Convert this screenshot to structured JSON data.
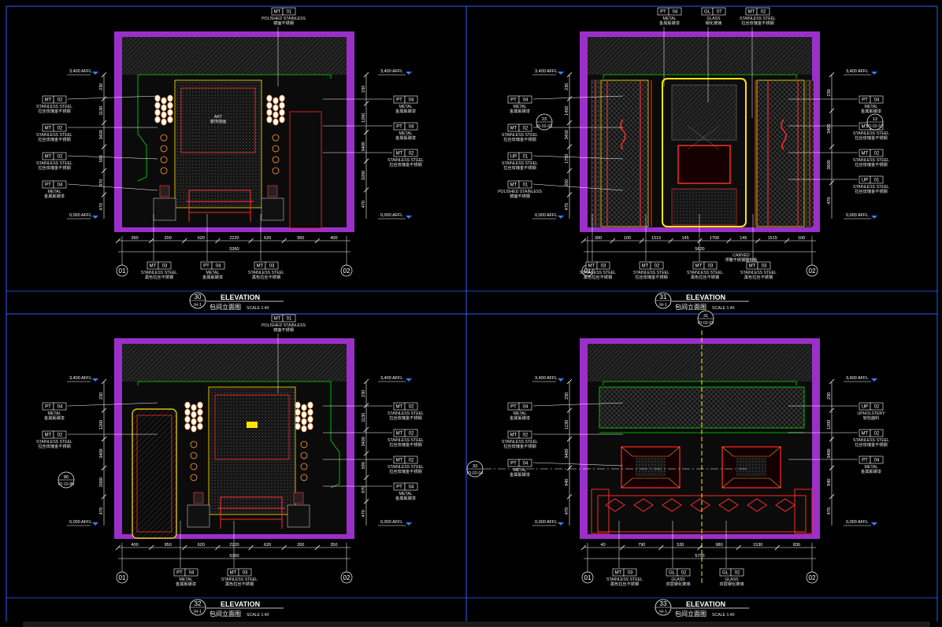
{
  "colors": {
    "background": "#000000",
    "frame": "#2e5cff",
    "wall": "#9b2fc9",
    "outline": "#ffe600",
    "ceiling_green": "#00e000",
    "furniture_red": "#ff2a2a",
    "leader": "#ffffff",
    "tag": "#ffffff"
  },
  "panels": [
    {
      "id": "p30",
      "title": "ELEVATION",
      "number": "30",
      "sheet": "IH-1",
      "subtitle": "包间立面图",
      "scale": "SCALE 1:40",
      "grid_left": "01",
      "grid_right": "02",
      "center_label": [
        "ART",
        "装饰挂画"
      ],
      "level_labels": [
        "3,400 AFFL",
        "0,000 AFFL"
      ],
      "dims_bottom": [
        "390",
        "200",
        "620",
        "2220",
        "620",
        "950",
        "400"
      ],
      "dims_total": "5360",
      "dims_left": [
        "230",
        "1130",
        "3400",
        "590",
        "970",
        "470"
      ],
      "dims_right": [
        "230",
        "1200",
        "3400",
        "3200",
        "470"
      ],
      "callouts_top": [
        {
          "code": "MT",
          "num": "01",
          "name": "POLISHED STAINLESS",
          "cn": "镜面不锈钢"
        }
      ],
      "callouts_left": [
        {
          "code": "MT",
          "num": "02",
          "name": "STAINLESS STEEL",
          "cn": "拉丝玫瑰金不锈钢"
        },
        {
          "code": "MT",
          "num": "02",
          "name": "STAINLESS STEEL",
          "cn": "拉丝玫瑰金不锈钢"
        },
        {
          "code": "MT",
          "num": "02",
          "name": "STAINLESS STEEL",
          "cn": "拉丝玫瑰金不锈钢"
        },
        {
          "code": "PT",
          "num": "04",
          "name": "METAL",
          "cn": "金属氟碳漆"
        }
      ],
      "callouts_right": [
        {
          "code": "PT",
          "num": "04",
          "name": "METAL",
          "cn": "金属氟碳漆"
        },
        {
          "code": "PT",
          "num": "04",
          "name": "METAL",
          "cn": "金属氟碳漆"
        },
        {
          "code": "MT",
          "num": "02",
          "name": "STAINLESS STEEL",
          "cn": "拉丝玫瑰金不锈钢"
        }
      ],
      "callouts_bottom": [
        {
          "code": "MT",
          "num": "03",
          "name": "STAINLESS STEEL",
          "cn": "黑色拉丝不锈钢"
        },
        {
          "code": "PT",
          "num": "04",
          "name": "METAL",
          "cn": "金属氟碳漆"
        },
        {
          "code": "MT",
          "num": "03",
          "name": "STAINLESS STEEL",
          "cn": "黑色拉丝不锈钢"
        }
      ]
    },
    {
      "id": "p31",
      "title": "ELEVATION",
      "number": "31",
      "sheet": "IH-1",
      "subtitle": "包间立面图",
      "scale": "SCALE 1:40",
      "grid_left": "01",
      "grid_right": "02",
      "level_labels": [
        "3,400 AFFL",
        "0,000 AFFL"
      ],
      "section_tags": [
        {
          "num": "23",
          "ref": "ID-02-03"
        },
        {
          "num": "12",
          "ref": "ID-02-07"
        }
      ],
      "dims_bottom": [
        "390",
        "100",
        "1515",
        "145",
        "1700",
        "145",
        "1515",
        "100"
      ],
      "dims_total": "5620",
      "dims_left": [
        "230",
        "1450",
        "3400",
        "1750",
        "200",
        "470"
      ],
      "dims_right": [
        "230",
        "3400",
        "3600",
        "470"
      ],
      "callouts_top": [
        {
          "code": "PT",
          "num": "04",
          "name": "METAL",
          "cn": "金属氟碳漆"
        },
        {
          "code": "GL",
          "num": "07",
          "name": "GLASS",
          "cn": "钢化玻璃"
        },
        {
          "code": "MT",
          "num": "02",
          "name": "STAINLESS STEEL",
          "cn": "拉丝玫瑰金不锈钢"
        }
      ],
      "callouts_left": [
        {
          "code": "PT",
          "num": "04",
          "name": "METAL",
          "cn": "金属氟碳漆"
        },
        {
          "code": "MT",
          "num": "02",
          "name": "STAINLESS STEEL",
          "cn": "拉丝玫瑰金不锈钢"
        },
        {
          "code": "UP",
          "num": "01",
          "name": "STAINLESS STEEL",
          "cn": "拉丝玫瑰金不锈钢"
        },
        {
          "code": "MT",
          "num": "01",
          "name": "POLISHED STAINLESS",
          "cn": "镜面不锈钢"
        }
      ],
      "callouts_right": [
        {
          "code": "PT",
          "num": "04",
          "name": "METAL",
          "cn": "金属氟碳漆"
        },
        {
          "code": "MT",
          "num": "02",
          "name": "STAINLESS STEEL",
          "cn": "拉丝玫瑰金不锈钢"
        },
        {
          "code": "MT",
          "num": "02",
          "name": "STAINLESS STEEL",
          "cn": "拉丝玫瑰金不锈钢"
        },
        {
          "code": "UP",
          "num": "01",
          "name": "STAINLESS STEEL",
          "cn": "拉丝玫瑰金不锈钢"
        }
      ],
      "callouts_bottom": [
        {
          "code": "MT",
          "num": "03",
          "name": "STAINLESS STEEL",
          "cn": "黑色拉丝不锈钢"
        },
        {
          "code": "MT",
          "num": "02",
          "name": "STAINLESS STEEL",
          "cn": "拉丝玫瑰金不锈钢"
        },
        {
          "code": "MT",
          "num": "03",
          "name": "STAINLESS STEEL",
          "cn": "黑色拉丝不锈钢"
        },
        {
          "code": "MT",
          "num": "03",
          "name": "STAINLESS STEEL",
          "cn": "黑色拉丝不锈钢"
        }
      ],
      "carved_note": [
        "CARVED",
        "浮雕不锈钢雕刻板"
      ]
    },
    {
      "id": "p32",
      "title": "ELEVATION",
      "number": "32",
      "sheet": "IH-1",
      "subtitle": "包间立面图",
      "scale": "SCALE 1:40",
      "grid_left": "01",
      "grid_right": "02",
      "level_labels": [
        "3,400 AFFL",
        "0,000 AFFL"
      ],
      "section_tags": [
        {
          "num": "80",
          "ref": "ID-10-80"
        }
      ],
      "dims_bottom": [
        "400",
        "950",
        "620",
        "2220",
        "620",
        "200",
        "350"
      ],
      "dims_total": "5360",
      "dims_left": [
        "230",
        "1200",
        "3400",
        "2000",
        "470"
      ],
      "dims_right": [
        "230",
        "1130",
        "3400",
        "590",
        "970",
        "470"
      ],
      "callouts_top": [
        {
          "code": "MT",
          "num": "01",
          "name": "POLISHED STAINLESS",
          "cn": "镜面不锈钢"
        }
      ],
      "callouts_left": [
        {
          "code": "PT",
          "num": "04",
          "name": "METAL",
          "cn": "金属氟碳漆"
        },
        {
          "code": "MT",
          "num": "02",
          "name": "STAINLESS STEEL",
          "cn": "拉丝玫瑰金不锈钢"
        }
      ],
      "callouts_right": [
        {
          "code": "MT",
          "num": "02",
          "name": "STAINLESS STEEL",
          "cn": "拉丝玫瑰金不锈钢"
        },
        {
          "code": "MT",
          "num": "02",
          "name": "STAINLESS STEEL",
          "cn": "拉丝玫瑰金不锈钢"
        },
        {
          "code": "MT",
          "num": "02",
          "name": "STAINLESS STEEL",
          "cn": "拉丝玫瑰金不锈钢"
        },
        {
          "code": "PT",
          "num": "04",
          "name": "METAL",
          "cn": "金属氟碳漆"
        }
      ],
      "callouts_bottom": [
        {
          "code": "PT",
          "num": "04",
          "name": "METAL",
          "cn": "金属氟碳漆"
        },
        {
          "code": "MT",
          "num": "03",
          "name": "STAINLESS STEEL",
          "cn": "黑色拉丝不锈钢"
        }
      ]
    },
    {
      "id": "p33",
      "title": "ELEVATION",
      "number": "33",
      "sheet": "IH-1",
      "subtitle": "包间立面图",
      "scale": "SCALE 1:40",
      "grid_left": "01",
      "grid_right": "02",
      "level_labels": [
        "3,400 AFFL",
        "0,000 AFFL"
      ],
      "section_tags": [
        {
          "num": "31",
          "ref": "ID-02-03"
        },
        {
          "num": "33",
          "ref": "ID-02-04"
        }
      ],
      "dims_bottom": [
        "40",
        "790",
        "530",
        "980",
        "1530",
        "830"
      ],
      "dims_total": "5700",
      "dims_left": [
        "230",
        "1130",
        "3400",
        "940",
        "470"
      ],
      "dims_right": [
        "230",
        "1200",
        "3400",
        "940",
        "470"
      ],
      "callouts_left": [
        {
          "code": "PT",
          "num": "04",
          "name": "METAL",
          "cn": "金属氟碳漆"
        },
        {
          "code": "MT",
          "num": "02",
          "name": "STAINLESS STEEL",
          "cn": "拉丝玫瑰金不锈钢"
        },
        {
          "code": "PT",
          "num": "04",
          "name": "METAL",
          "cn": "金属氟碳漆"
        }
      ],
      "callouts_right": [
        {
          "code": "UP",
          "num": "02",
          "name": "UPHOLSTERY",
          "cn": "软包面料"
        },
        {
          "code": "MT",
          "num": "02",
          "name": "STAINLESS STEEL",
          "cn": "拉丝玫瑰金不锈钢"
        },
        {
          "code": "PT",
          "num": "04",
          "name": "METAL",
          "cn": "金属氟碳漆"
        }
      ],
      "callouts_bottom": [
        {
          "code": "MT",
          "num": "03",
          "name": "STAINLESS STEEL",
          "cn": "黑色拉丝不锈钢"
        },
        {
          "code": "GL",
          "num": "02",
          "name": "GLASS",
          "cn": "双层钢化玻璃"
        },
        {
          "code": "GL",
          "num": "02",
          "name": "GLASS",
          "cn": "双层钢化玻璃"
        }
      ]
    }
  ]
}
